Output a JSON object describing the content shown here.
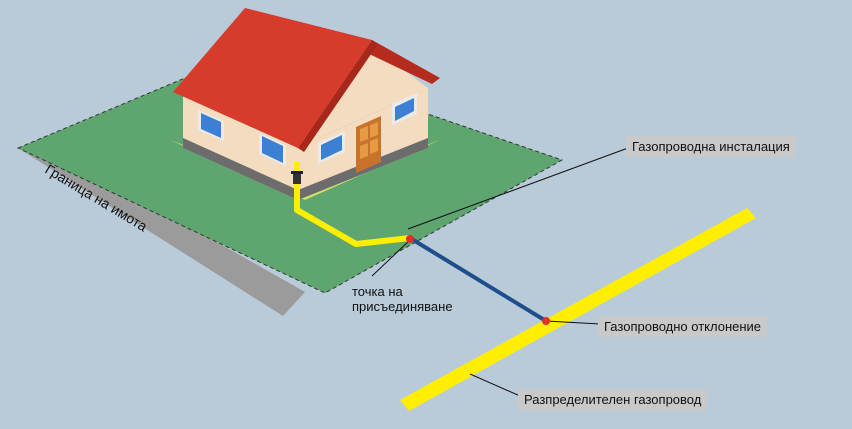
{
  "labels": {
    "boundary": "Граница на имота",
    "installation": "Газопроводна инсталация",
    "connection_point_line1": "точка на",
    "connection_point_line2": "присъединяване",
    "branch": "Газопроводно отклонение",
    "distribution": "Разпределителен газопровод"
  },
  "colors": {
    "background": "#b9cad8",
    "lawn": "#5ea56f",
    "roof": "#d63b2b",
    "wall": "#f3dcc0",
    "gas_pipe_yellow": "#ffee00",
    "branch_pipe_blue": "#1f4e8c",
    "connection_point": "#e0302a",
    "label_bg": "#c9c9c9"
  }
}
